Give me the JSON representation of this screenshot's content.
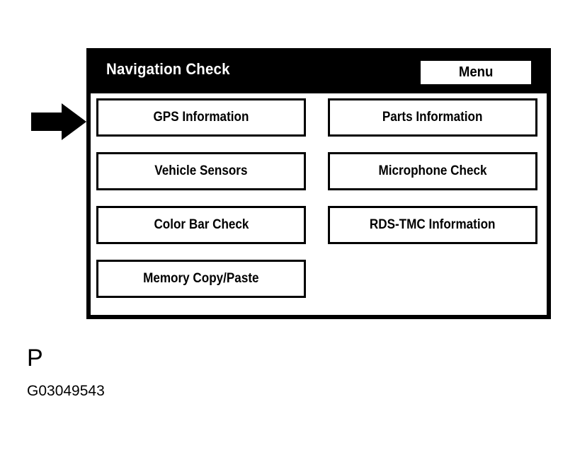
{
  "callout": {
    "arrow_icon": "right-arrow-icon",
    "points_to": "GPS Information"
  },
  "screen": {
    "title": "Navigation Check",
    "menu_label": "Menu",
    "buttons": [
      {
        "label": "GPS Information",
        "column": "left",
        "row": 1
      },
      {
        "label": "Parts Information",
        "column": "right",
        "row": 1
      },
      {
        "label": "Vehicle Sensors",
        "column": "left",
        "row": 2
      },
      {
        "label": "Microphone Check",
        "column": "right",
        "row": 2
      },
      {
        "label": "Color Bar Check",
        "column": "left",
        "row": 3
      },
      {
        "label": "RDS-TMC Information",
        "column": "right",
        "row": 3
      },
      {
        "label": "Memory Copy/Paste",
        "column": "left",
        "row": 4
      }
    ]
  },
  "caption": {
    "letter": "P",
    "code": "G03049543"
  },
  "colors": {
    "background": "#ffffff",
    "foreground": "#000000",
    "header_bar": "#000000",
    "header_text": "#ffffff"
  }
}
